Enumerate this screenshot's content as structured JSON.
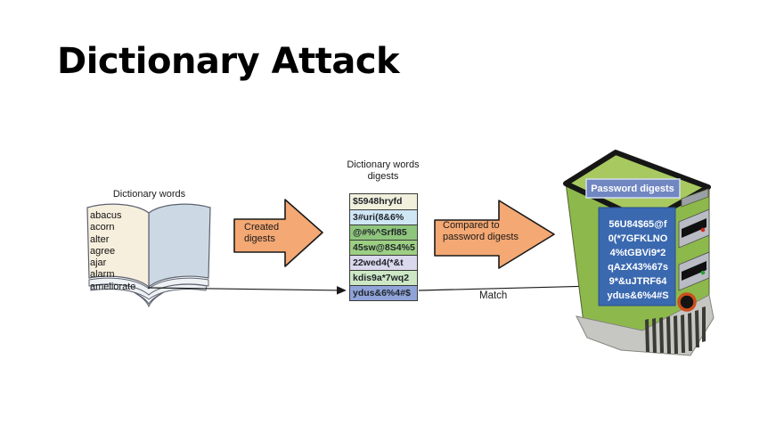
{
  "title": "Dictionary Attack",
  "book": {
    "label": "Dictionary words",
    "words": [
      "abacus",
      "acorn",
      "alter",
      "agree",
      "ajar",
      "alarm",
      "ameliorate"
    ]
  },
  "arrows": {
    "created_label": "Created digests",
    "compared_label": "Compared to password digests"
  },
  "digest_table": {
    "label": "Dictionary words digests",
    "rows": [
      {
        "text": "$5948hryfd",
        "bg": "#f0f0dc"
      },
      {
        "text": "3#uri(8&6%",
        "bg": "#cfe6f5"
      },
      {
        "text": "@#%^Srfl85",
        "bg": "#8ec57c"
      },
      {
        "text": "45sw@8S4%5",
        "bg": "#9ccf82"
      },
      {
        "text": "22wed4(*&t",
        "bg": "#d9d8ec"
      },
      {
        "text": "kdis9a*7wq2",
        "bg": "#cde7c5"
      },
      {
        "text": "ydus&6%4#$",
        "bg": "#8fa3d8"
      }
    ]
  },
  "match_label": "Match",
  "server": {
    "label": "Password digests",
    "digests": [
      "56U84$65@f",
      "0(*7GFKLNO",
      "4%tGBVi9*2",
      "qAzX43%67s",
      "9*&uJTRF64",
      "ydus&6%4#S"
    ]
  },
  "colors": {
    "arrow_orange": "#f4a873",
    "server_body_green": "#8db94c",
    "server_top_green": "#a7c95f",
    "panel_blue": "#3a69b0",
    "label_blue": "#7187c2",
    "book_left_page": "#f7efdd",
    "book_right_page": "#ccd9e4"
  }
}
